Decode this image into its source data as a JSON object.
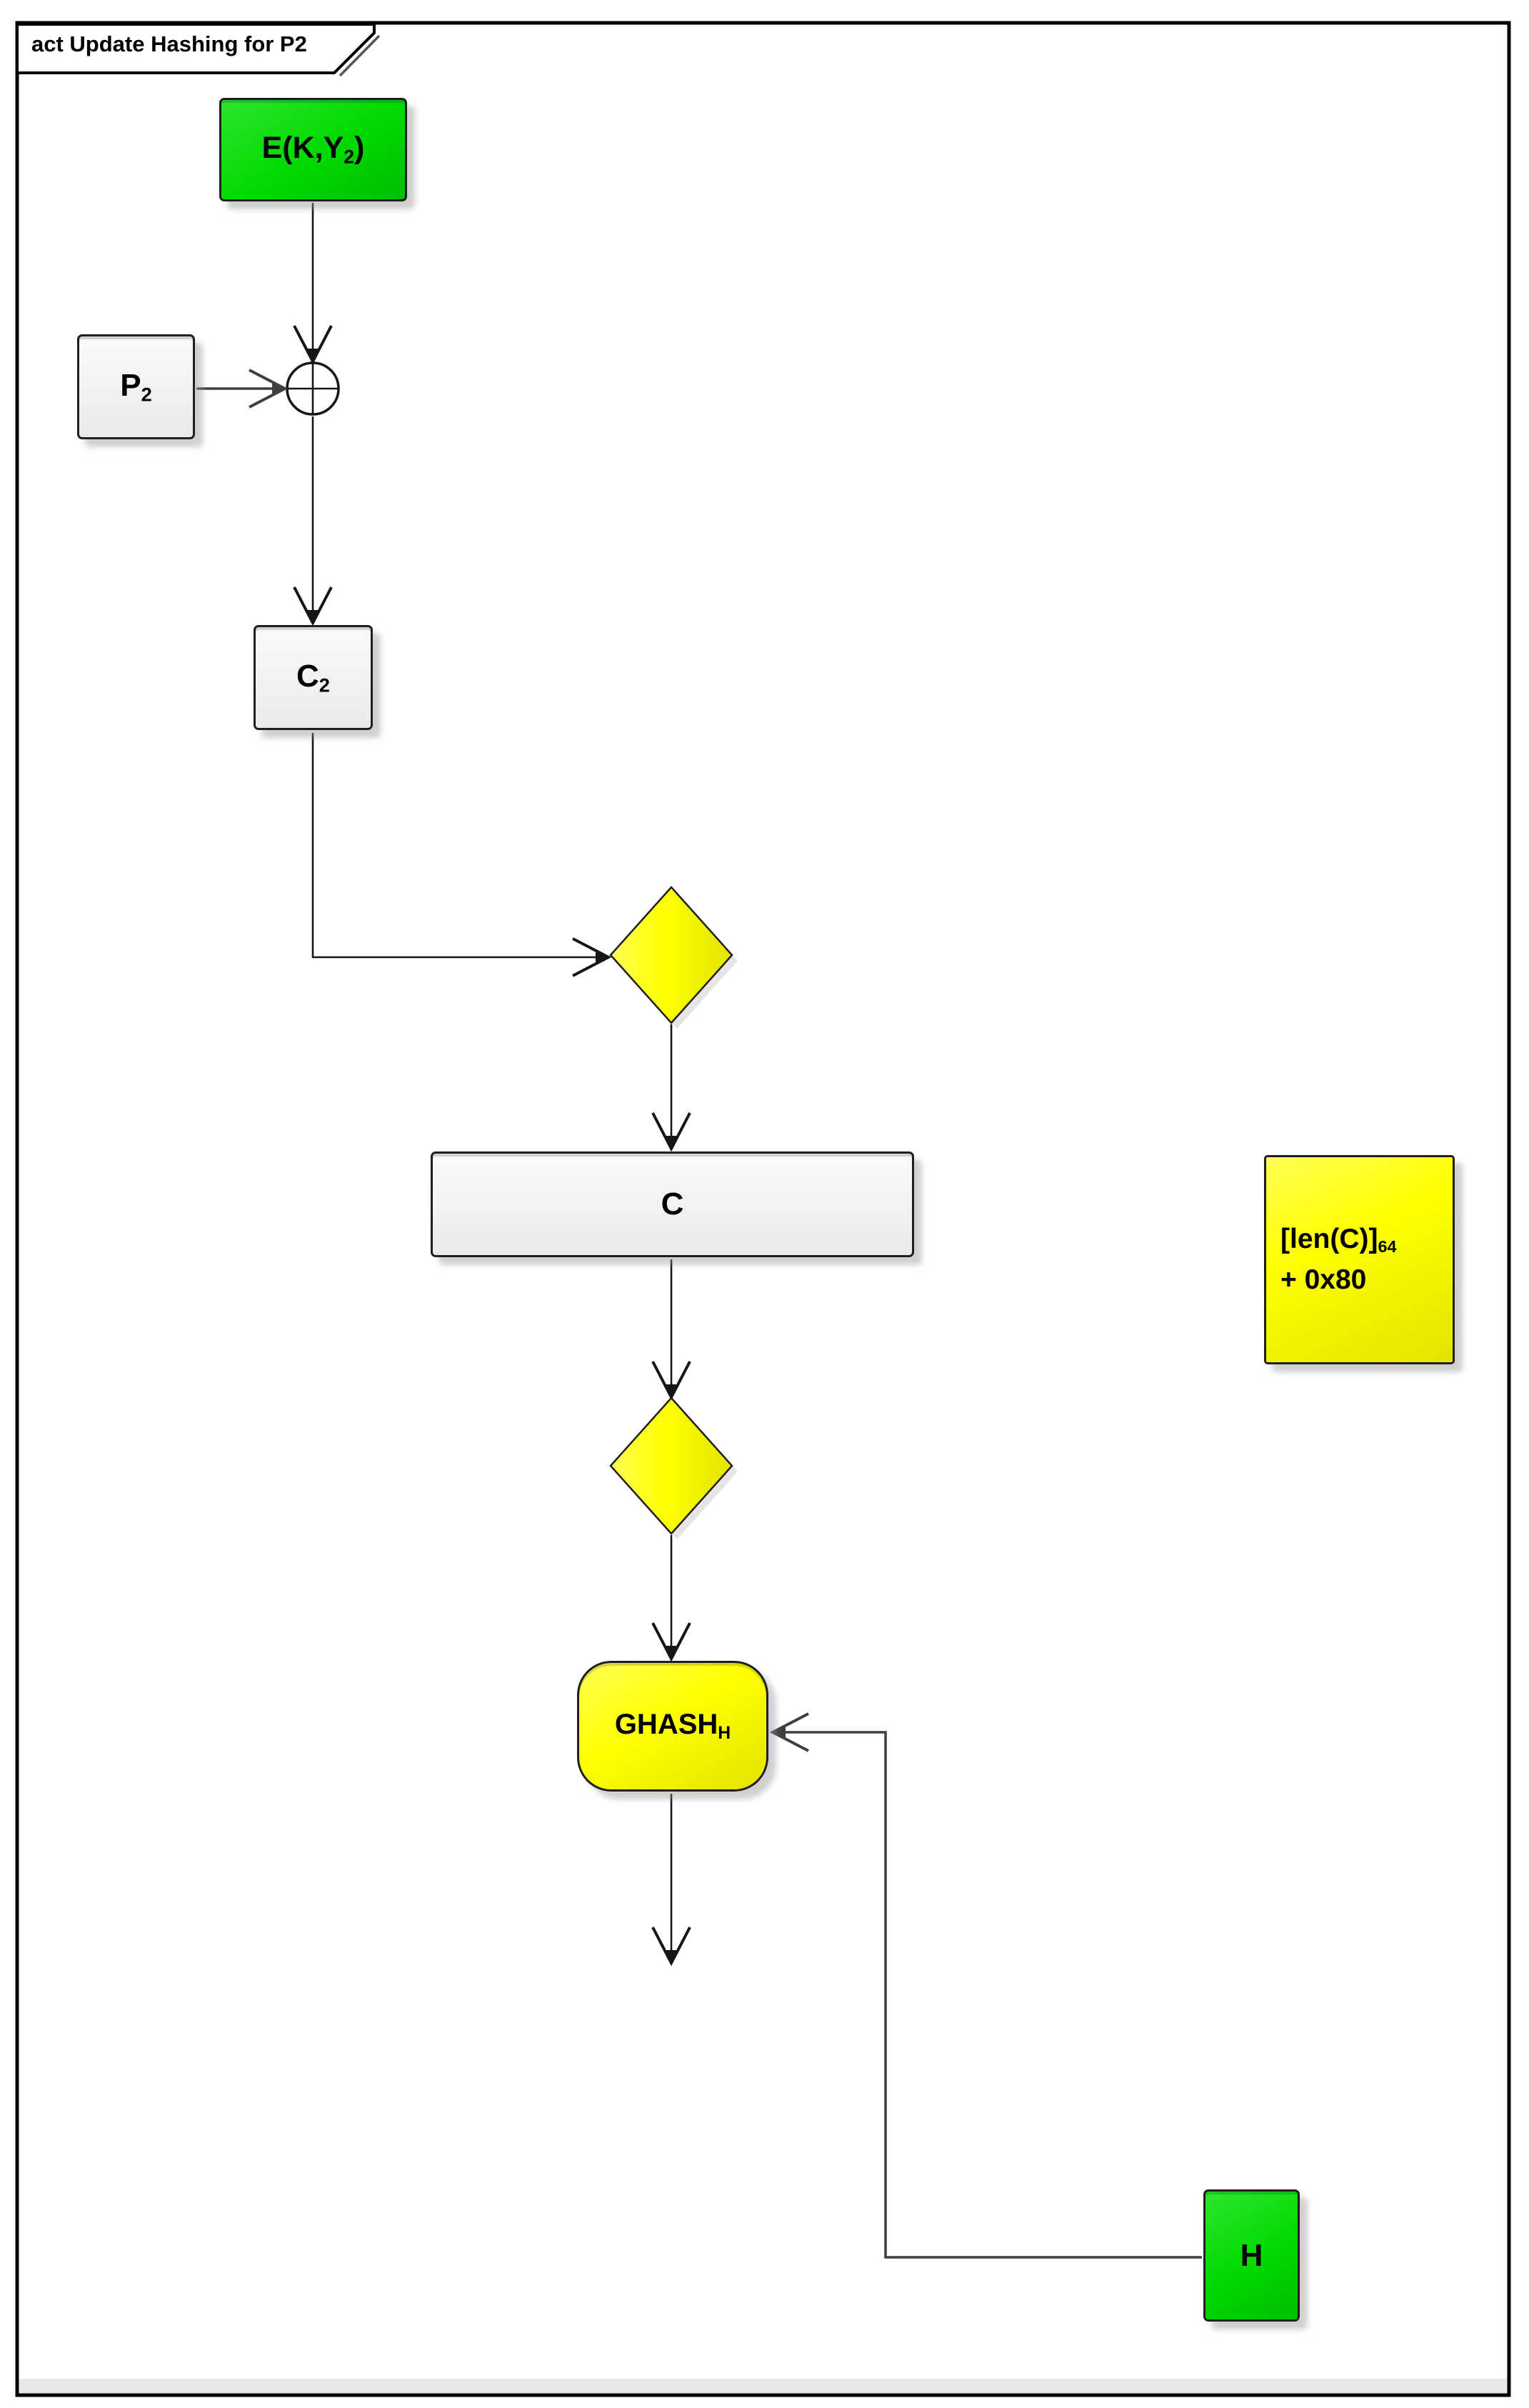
{
  "frame": {
    "title": "act Update Hashing for P2"
  },
  "nodes": {
    "eky2": {
      "pre": "E(K,Y",
      "sub": "2",
      "post": ")"
    },
    "p2": {
      "pre": "P",
      "sub": "2"
    },
    "c2": {
      "pre": "C",
      "sub": "2"
    },
    "c": {
      "label": "C"
    },
    "ghash": {
      "pre": "GHASH",
      "sub": "H"
    },
    "h": {
      "label": "H"
    },
    "note": {
      "line1_pre": "[len(C)]",
      "line1_sub": "64",
      "line2": "+ 0x80"
    }
  },
  "colors": {
    "green-light": "#2ee52e",
    "green": "#00d900",
    "green-dark": "#00bd00",
    "yellow-light": "#ffff55",
    "yellow": "#ffff00",
    "yellow-dark": "#e3e300",
    "gray-light": "#fafafa",
    "gray": "#eaeaea",
    "node-border": "#1f1f1f",
    "edge": "#161616",
    "connector": "#3f3f3f",
    "frame-border": "#000000",
    "strip": "#e8e8e8",
    "shadow": "rgba(150,150,150,0.45)"
  }
}
